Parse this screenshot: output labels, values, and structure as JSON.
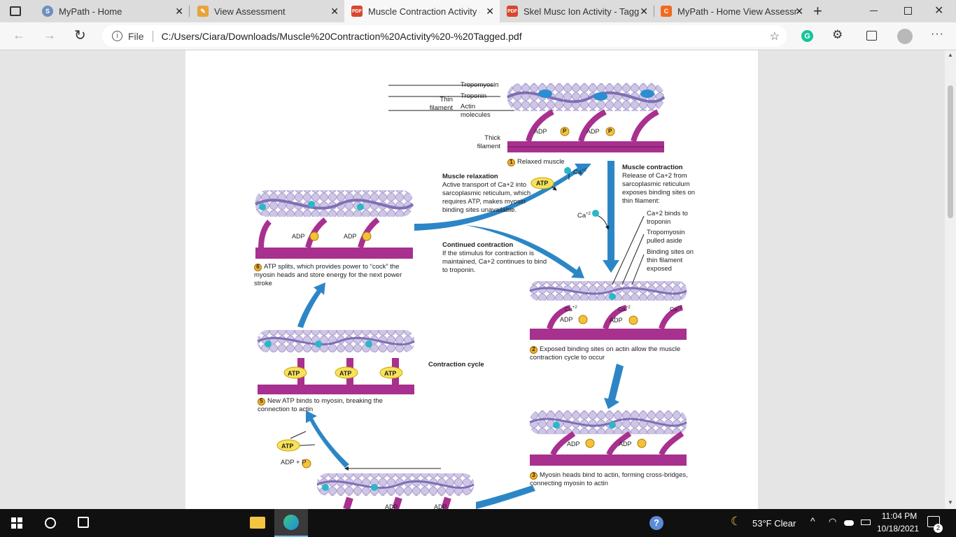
{
  "browser": {
    "tabs": [
      {
        "title": "MyPath - Home",
        "icon": "mypath-icon",
        "color": "#5a8cd6"
      },
      {
        "title": "View Assessment",
        "icon": "pencil-icon",
        "color": "#e8a33c"
      },
      {
        "title": "Muscle Contraction Activity -",
        "icon": "pdf-icon",
        "color": "#d9462e",
        "active": true
      },
      {
        "title": "Skel Musc Ion Activity - Tagg",
        "icon": "pdf-icon",
        "color": "#d9462e"
      },
      {
        "title": "MyPath - Home View Assessr",
        "icon": "c-icon",
        "color": "#f06a1d"
      }
    ],
    "new_tab": "+",
    "address": {
      "prefix": "File",
      "url": "C:/Users/Ciara/Downloads/Muscle%20Contraction%20Activity%20-%20Tagged.pdf"
    }
  },
  "figure": {
    "thin_filament_labels": {
      "tropomyosin": "Tropomyosin",
      "troponin": "Troponin",
      "actin": "Actin molecules",
      "thin": "Thin filament",
      "thick": "Thick filament"
    },
    "adp": "ADP",
    "p": "P",
    "atp": "ATP",
    "ca": "Ca",
    "ca_sup": "+2",
    "step1": {
      "num": "1",
      "text": "Relaxed muscle"
    },
    "relaxation": {
      "title": "Muscle relaxation",
      "body": "Active transport of Ca+2 into sarcoplasmic reticulum, which requires ATP, makes myosin binding sites unavailable."
    },
    "contraction": {
      "title": "Muscle contraction",
      "body": "Release of Ca+2 from sarcoplasmic reticulum exposes binding sites on thin filament:"
    },
    "contraction_steps": [
      "Ca+2 binds to troponin",
      "Tropomyosin pulled aside",
      "Binding sites on thin filament exposed"
    ],
    "continued": {
      "title": "Continued contraction",
      "body": "If the stimulus for contraction is maintained, Ca+2 continues to bind to troponin."
    },
    "step2": {
      "num": "2",
      "text": "Exposed binding sites on actin allow the muscle contraction cycle to occur"
    },
    "step3": {
      "num": "3",
      "text": "Myosin heads bind to actin, forming cross-bridges, connecting myosin to actin"
    },
    "step5": {
      "num": "5",
      "text": "New ATP binds to myosin, breaking the connection to actin"
    },
    "step6": {
      "num": "6",
      "text": "ATP splits, which provides power to “cock” the myosin heads and store energy for the next power stroke"
    },
    "cycle_label": "Contraction cycle",
    "adp_plus_p": "ADP + P"
  },
  "taskbar": {
    "weather": "53°F  Clear",
    "time": "11:04 PM",
    "date": "10/18/2021",
    "notifications": "2"
  }
}
